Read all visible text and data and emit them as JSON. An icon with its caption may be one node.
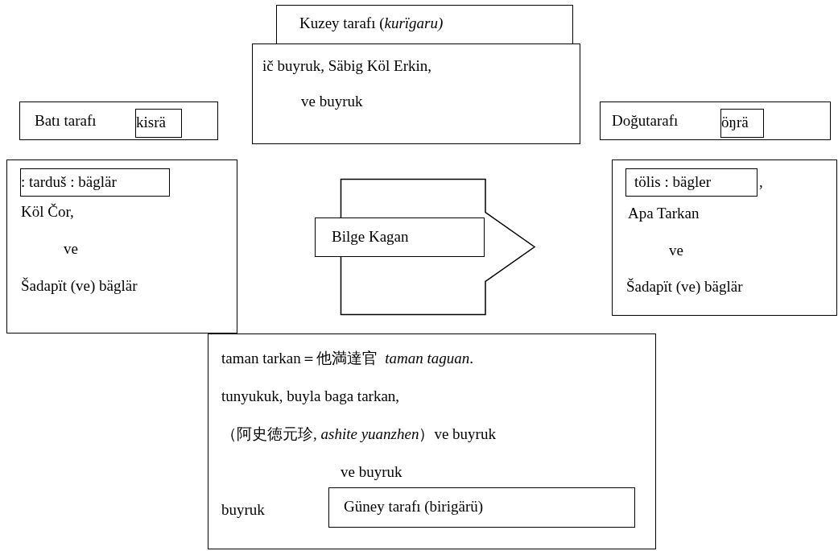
{
  "diagram": {
    "nodes": [
      {
        "text": [
          "Kuzey tarafı (*kurïgaru)*"
        ]
      },
      {
        "text": [
          "ič buyruk, Säbig Köl Erkin,",
          "ve buyruk"
        ]
      },
      {
        "text": [
          "Batı tarafı"
        ]
      },
      {
        "text": [
          "kisrä"
        ],
        "in": 2
      },
      {
        "text": [
          "Doğutarafı"
        ]
      },
      {
        "text": [
          "öŋrä"
        ],
        "in": 4
      },
      {
        "text": [
          "Köl Čor,",
          "ve",
          "Šadapït (ve) bäglär"
        ]
      },
      {
        "text": [
          ": tarduš : bäglär"
        ],
        "in": 6
      },
      {
        "text": [
          "Apa Tarkan",
          "ve",
          "Šadapït (ve) bäglär"
        ]
      },
      {
        "text": [
          "tölis : bägler"
        ],
        "in": 8,
        "beside": [
          ","
        ]
      },
      {
        "text": [],
        "shape": "arrow"
      },
      {
        "text": [
          "Bilge Kagan"
        ]
      },
      {
        "text": [
          "taman tarkan＝他満達官  *taman taguan*.",
          "tunyukuk, buyla baga tarkan,",
          "（阿史徳元珍, *ashite yuanzhen*）ve buyruk",
          "ve buyruk",
          "buyruk"
        ]
      },
      {
        "text": [
          "Güney tarafı (birigärü)"
        ],
        "in": 12
      }
    ],
    "edges": []
  }
}
